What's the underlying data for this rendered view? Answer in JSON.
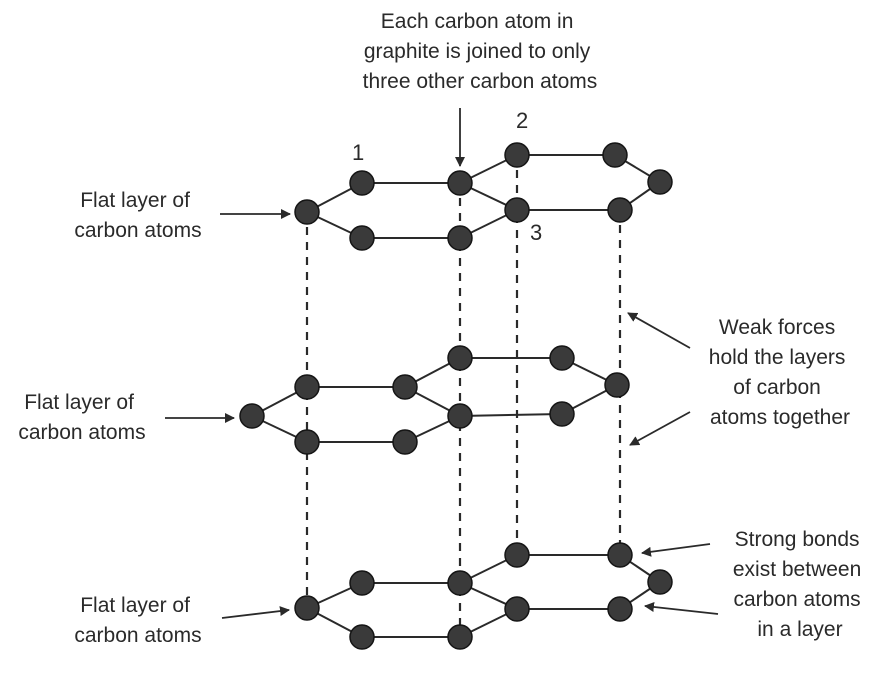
{
  "top_caption": [
    "Each carbon atom in",
    "graphite is joined to only",
    "three other carbon atoms"
  ],
  "atom_numbers": [
    "1",
    "2",
    "3"
  ],
  "layer_labels": [
    [
      "Flat layer of",
      "carbon atoms"
    ],
    [
      "Flat layer of",
      "carbon atoms"
    ],
    [
      "Flat layer of",
      "carbon atoms"
    ]
  ],
  "weak_forces": [
    "Weak forces",
    "hold the layers",
    "of carbon",
    "atoms together"
  ],
  "strong_bonds": [
    "Strong bonds",
    "exist between",
    "carbon atoms",
    "in a layer"
  ]
}
